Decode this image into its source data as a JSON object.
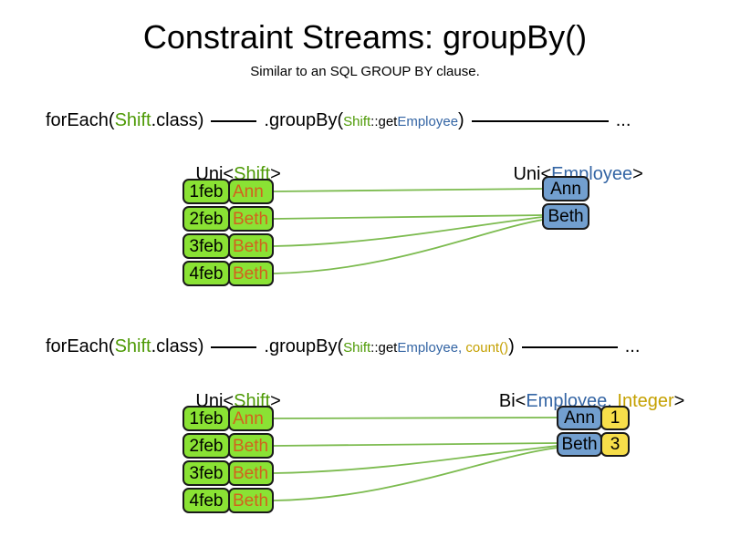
{
  "title": "Constraint Streams: groupBy()",
  "subtitle": "Similar to an SQL GROUP BY clause.",
  "colors": {
    "green_fill": "#8AE234",
    "green_text": "#4E9A06",
    "green_line": "#7CBB4F",
    "orange_text": "#D2611E",
    "blue_fill": "#729FCF",
    "blue_text": "#3465A4",
    "blue_line": "#5B7FB4",
    "yellow_fill": "#F7DE4A",
    "gold_text": "#C4A000",
    "purple_line": "#9E7FAE",
    "box_border": "#1a1a1a"
  },
  "code1": {
    "foreach_open": "forEach(",
    "foreach_type": "Shift",
    "foreach_close": ".class)",
    "groupby_open": ".groupBy(",
    "arg_type": "Shift",
    "arg_accessor": "::get",
    "arg_prop": "Employee",
    "groupby_close": ")",
    "ellipsis": "..."
  },
  "code2": {
    "foreach_open": "forEach(",
    "foreach_type": "Shift",
    "foreach_close": ".class)",
    "groupby_open": ".groupBy(",
    "arg_type": "Shift",
    "arg_accessor": "::get",
    "arg_prop": "Employee,",
    "arg_collector": " count()",
    "groupby_close": ")",
    "ellipsis": "..."
  },
  "section1": {
    "left_label": {
      "p1": "Uni<",
      "p2": "Shift",
      "p3": ">"
    },
    "right_label": {
      "p1": "Uni<",
      "p2": "Employee",
      "p3": ">"
    },
    "rows": [
      {
        "date": "1feb",
        "name": "Ann"
      },
      {
        "date": "2feb",
        "name": "Beth"
      },
      {
        "date": "3feb",
        "name": "Beth"
      },
      {
        "date": "4feb",
        "name": "Beth"
      }
    ],
    "groups": [
      {
        "name": "Ann"
      },
      {
        "name": "Beth"
      }
    ]
  },
  "section2": {
    "left_label": {
      "p1": "Uni<",
      "p2": "Shift",
      "p3": ">"
    },
    "right_label": {
      "p1": "Bi<",
      "p2": "Employee,",
      "p3": " Integer",
      "p4": ">"
    },
    "rows": [
      {
        "date": "1feb",
        "name": "Ann"
      },
      {
        "date": "2feb",
        "name": "Beth"
      },
      {
        "date": "3feb",
        "name": "Beth"
      },
      {
        "date": "4feb",
        "name": "Beth"
      }
    ],
    "groups": [
      {
        "name": "Ann",
        "count": "1"
      },
      {
        "name": "Beth",
        "count": "3"
      }
    ]
  }
}
